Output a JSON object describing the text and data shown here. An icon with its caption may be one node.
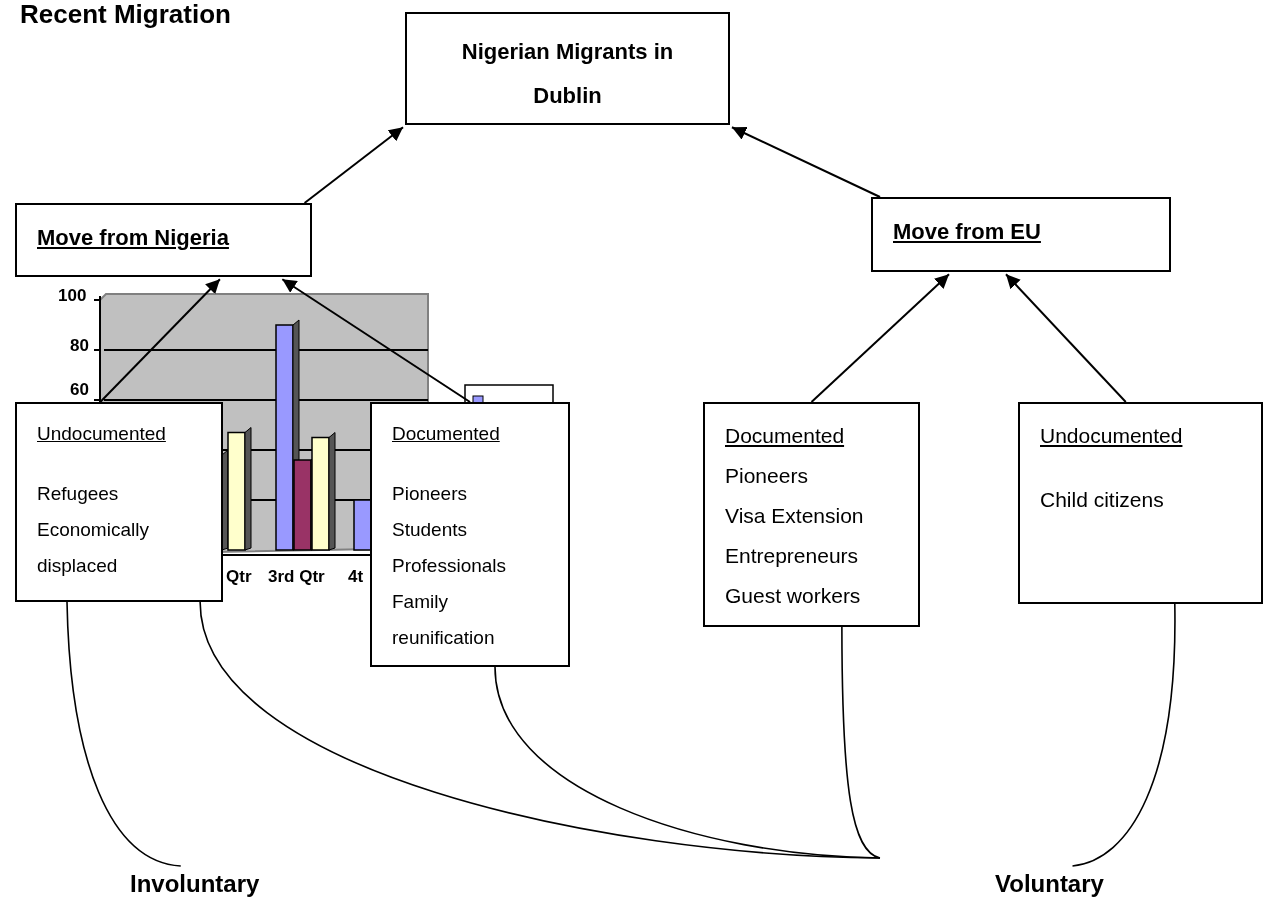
{
  "diagram": {
    "title": "Recent Migration",
    "nodes": [
      {
        "text": [
          "Nigerian Migrants in Dublin"
        ]
      },
      {
        "text": [
          "Move from Nigeria"
        ]
      },
      {
        "text": [
          "Move from EU"
        ]
      },
      {
        "text": [
          "Undocumented",
          "Refugees",
          "Economically displaced"
        ]
      },
      {
        "text": [
          "Documented",
          "Pioneers",
          "Students",
          "Professionals",
          "Family reunification"
        ]
      },
      {
        "text": [
          "Documented",
          "Pioneers",
          "Visa Extension",
          "Entrepreneurs",
          "Guest workers"
        ]
      },
      {
        "text": [
          "Undocumented",
          "Child citizens"
        ]
      },
      {
        "text": [
          "Involuntary"
        ]
      },
      {
        "text": [
          "Voluntary"
        ]
      }
    ],
    "edges": [
      {
        "from": 1,
        "to": 0,
        "arrow": "to"
      },
      {
        "from": 2,
        "to": 0,
        "arrow": "to"
      },
      {
        "from": 3,
        "to": 1,
        "arrow": "to"
      },
      {
        "from": 4,
        "to": 1,
        "arrow": "to"
      },
      {
        "from": 5,
        "to": 2,
        "arrow": "to"
      },
      {
        "from": 6,
        "to": 2,
        "arrow": "to"
      },
      {
        "from": 3,
        "to": 7,
        "arrow": "none"
      },
      {
        "from": 3,
        "to": null,
        "arrow": "none"
      },
      {
        "from": 4,
        "to": null,
        "arrow": "none"
      },
      {
        "from": 5,
        "to": null,
        "arrow": "none"
      },
      {
        "from": 6,
        "to": 8,
        "arrow": "none"
      }
    ],
    "labels": [
      "100",
      "80",
      "60",
      "Qtr",
      "3rd Qtr",
      "4t"
    ]
  }
}
